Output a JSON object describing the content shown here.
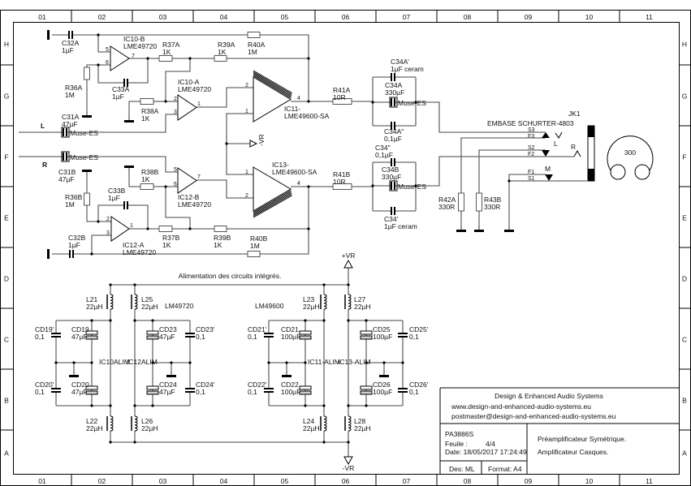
{
  "frame": {
    "columns": [
      "01",
      "02",
      "03",
      "04",
      "05",
      "06",
      "07",
      "08",
      "09",
      "10",
      "11"
    ],
    "rows": [
      "H",
      "G",
      "F",
      "E",
      "D",
      "C",
      "B",
      "A"
    ]
  },
  "signals": {
    "in_left": "L",
    "in_right": "R",
    "neg_rail_ic": "-VR",
    "pos_rail": "+VR",
    "neg_rail": "-VR"
  },
  "labels": {
    "C32A": [
      "C32A",
      "1µF"
    ],
    "IC10B": [
      "IC10-B",
      "LME49720"
    ],
    "R37A": [
      "R37A",
      "1K"
    ],
    "R39A": [
      "R39A",
      "1K"
    ],
    "R40A": [
      "R40A",
      "1M"
    ],
    "R36A": [
      "R36A",
      "1M"
    ],
    "C33A": [
      "C33A",
      "1µF"
    ],
    "IC10A": [
      "IC10-A",
      "LME49720"
    ],
    "R38A": [
      "R38A",
      "1K"
    ],
    "C31A": [
      "C31A",
      "47µF"
    ],
    "IC11": [
      "IC11-",
      "LME49600-SA"
    ],
    "R41A": [
      "R41A",
      "10R"
    ],
    "C34A1": [
      "C34A'",
      "1µF ceram"
    ],
    "C34A": [
      "C34A",
      "330µF"
    ],
    "C34A2": [
      "C34A''",
      "0,1µF"
    ],
    "C34pp": [
      "C34''",
      "0,1µF"
    ],
    "C34B": [
      "C34B",
      "330µF"
    ],
    "R41B": [
      "R41B",
      "10R"
    ],
    "C34p": [
      "C34'",
      "1µF ceram"
    ],
    "R42A": [
      "R42A",
      "330R"
    ],
    "R43B": [
      "R43B",
      "330R"
    ],
    "C31B": [
      "C31B",
      "47µF"
    ],
    "R38B": [
      "R38B",
      "1K"
    ],
    "IC12B": [
      "IC12-B",
      "LME49720"
    ],
    "R36B": [
      "R36B",
      "1M"
    ],
    "C33B": [
      "C33B",
      "1µF"
    ],
    "IC13": [
      "IC13-",
      "LME49600-SA"
    ],
    "IC12A": [
      "IC12-A",
      "LME49720"
    ],
    "R37B": [
      "R37B",
      "1K"
    ],
    "R39B": [
      "R39B",
      "1K"
    ],
    "R40B": [
      "R40B",
      "1M"
    ],
    "C32B": [
      "C32B",
      "1µF"
    ],
    "L21": [
      "L21",
      "22µH"
    ],
    "L25": [
      "L25",
      "22µH"
    ],
    "L23": [
      "L23",
      "22µH"
    ],
    "L27": [
      "L27",
      "22µH"
    ],
    "L22": [
      "L22",
      "22µH"
    ],
    "L26": [
      "L26",
      "22µH"
    ],
    "L24": [
      "L24",
      "22µH"
    ],
    "L28": [
      "L28",
      "22µH"
    ],
    "CD19p": [
      "CD19'",
      "0,1"
    ],
    "CD19": [
      "CD19",
      "47µF"
    ],
    "CD23": [
      "CD23",
      "47µF"
    ],
    "CD23p": [
      "CD23'",
      "0,1"
    ],
    "CD20p": [
      "CD20'",
      "0,1"
    ],
    "CD20": [
      "CD20",
      "47µF"
    ],
    "CD24": [
      "CD24",
      "47µF"
    ],
    "CD24p": [
      "CD24'",
      "0,1"
    ],
    "CD21p": [
      "CD21'",
      "0,1"
    ],
    "CD21": [
      "CD21",
      "100µF"
    ],
    "CD25": [
      "CD25",
      "100µF"
    ],
    "CD25p": [
      "CD25'",
      "0,1"
    ],
    "CD22p": [
      "CD22'",
      "0,1"
    ],
    "CD22": [
      "CD22",
      "100µF"
    ],
    "CD26": [
      "CD26",
      "100µF"
    ],
    "CD26p": [
      "CD26'",
      "0,1"
    ]
  },
  "jack": {
    "ref": "JK1",
    "name": "EMBASE SCHURTER-4803",
    "pins": [
      "S3",
      "F3",
      "S2",
      "F2",
      "F1",
      "S1"
    ],
    "contacts": [
      "L",
      "R",
      "M"
    ],
    "impedance": "300"
  },
  "power": {
    "title": "Alimentation des circuits intégrés.",
    "group_left": "LM49720",
    "group_right": "LM49600",
    "ic_labels": [
      "IC10ALIM",
      "IC12ALIM",
      "IC11-ALIM",
      "IC13-ALIM"
    ]
  },
  "title_block": {
    "company": "Design & Enhanced Audio Systems",
    "website": "www.design-and-enhanced-audio-systems.eu",
    "email": "postmaster@design-and-enhanced-audio-systems.eu",
    "project": "PA3886S",
    "sheet_label": "Feuile :",
    "sheet": "4/4",
    "date": "Date: 18/05/2017 17:24:49",
    "designer": "Des: ML",
    "format": "Format: A4",
    "title_line1": "Préamplificateur Symétrique.",
    "title_line2": "Amplificateur Casques."
  },
  "colors": {
    "wire": "#6a6a6a",
    "ink": "#000000",
    "background": "#ffffff"
  }
}
